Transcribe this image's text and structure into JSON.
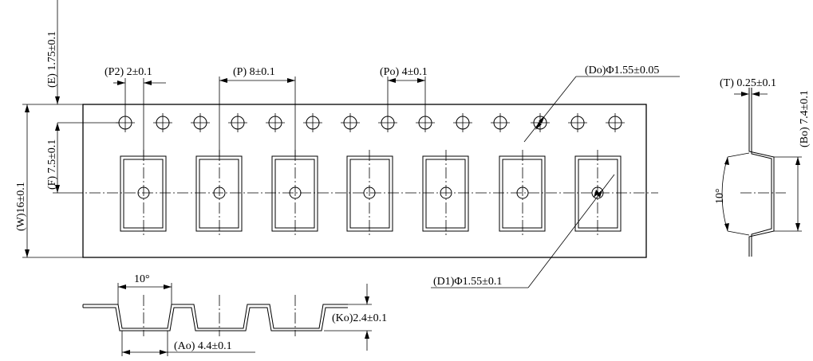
{
  "dimensions": {
    "e": "(E) 1.75±0.1",
    "f": "(F) 7.5±0.1",
    "w": "(W)16±0.1",
    "p2": "(P2) 2±0.1",
    "p": "(P) 8±0.1",
    "po": "(Po) 4±0.1",
    "do": "(Do)Φ1.55±0.05",
    "d1": "(D1)Φ1.55±0.1",
    "t": "(T) 0.25±0.1",
    "bo": "(Bo) 7.4±0.1",
    "angle_side": "10°",
    "angle_profile": "10°",
    "ko": "(Ko)2.4±0.1",
    "ao": "(Ao) 4.4±0.1"
  },
  "colors": {
    "ink": "#000000",
    "paper": "#ffffff"
  }
}
